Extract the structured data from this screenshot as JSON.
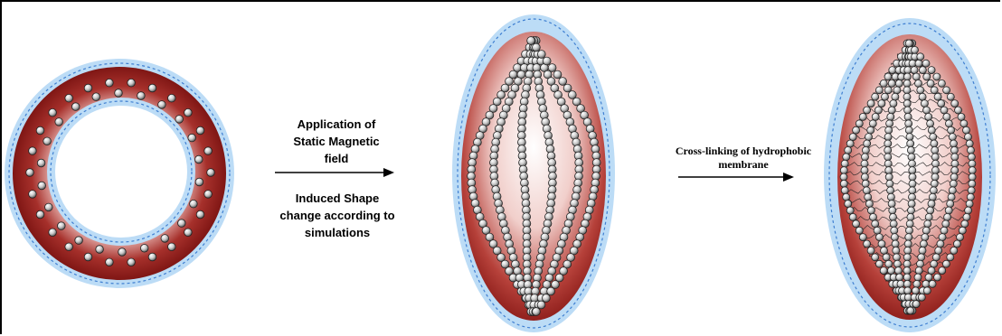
{
  "step1": {
    "label_above": [
      "Application of",
      "Static Magnetic",
      "field"
    ],
    "label_below": [
      "Induced Shape",
      "change according to",
      "simulations"
    ]
  },
  "step2": {
    "label": [
      "Cross-linking of hydrophobic",
      "membrane"
    ]
  },
  "colors": {
    "outer_shell": "#bcdcf6",
    "shell_dash": "#3f7fd1",
    "core_dark": "#9b1e1c",
    "core_light": "#ffffff",
    "bead": "#c8c8c8",
    "bead_outline": "#222222",
    "crosslink": "#222222"
  }
}
